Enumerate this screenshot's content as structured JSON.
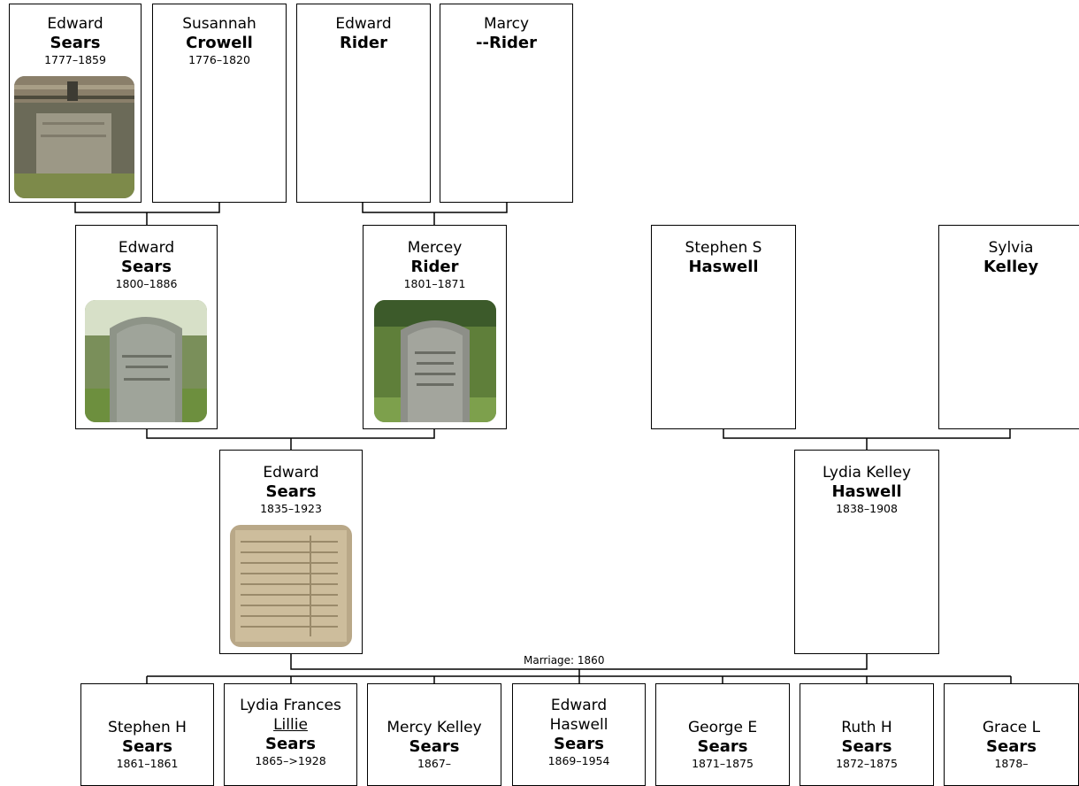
{
  "people": {
    "gg1": {
      "given": "Edward",
      "surname": "Sears",
      "dates": "1777–1859"
    },
    "gg2": {
      "given": "Susannah",
      "surname": "Crowell",
      "dates": "1776–1820"
    },
    "gg3": {
      "given": "Edward",
      "surname": "Rider",
      "dates": ""
    },
    "gg4": {
      "given": "Marcy",
      "surname": "--Rider",
      "dates": ""
    },
    "g1": {
      "given": "Edward",
      "surname": "Sears",
      "dates": "1800–1886"
    },
    "g2": {
      "given": "Mercey",
      "surname": "Rider",
      "dates": "1801–1871"
    },
    "g3": {
      "given": "Stephen S",
      "surname": "Haswell",
      "dates": ""
    },
    "g4": {
      "given": "Sylvia",
      "surname": "Kelley",
      "dates": ""
    },
    "p1": {
      "given": "Edward",
      "surname": "Sears",
      "dates": "1835–1923"
    },
    "p2": {
      "given": "Lydia Kelley",
      "surname": "Haswell",
      "dates": "1838–1908"
    },
    "c1": {
      "given": "Stephen H",
      "surname": "Sears",
      "dates": "1861–1861"
    },
    "c2": {
      "given": "Lydia Frances",
      "nickname": "Lillie",
      "surname": "Sears",
      "dates": "1865–>1928"
    },
    "c3": {
      "given": "Mercy Kelley",
      "surname": "Sears",
      "dates": "1867–"
    },
    "c4": {
      "given": "Edward",
      "given2": "Haswell",
      "surname": "Sears",
      "dates": "1869–1954"
    },
    "c5": {
      "given": "George E",
      "surname": "Sears",
      "dates": "1871–1875"
    },
    "c6": {
      "given": "Ruth H",
      "surname": "Sears",
      "dates": "1872–1875"
    },
    "c7": {
      "given": "Grace L",
      "surname": "Sears",
      "dates": "1878–"
    }
  },
  "marriage": {
    "label": "Marriage: 1860"
  }
}
